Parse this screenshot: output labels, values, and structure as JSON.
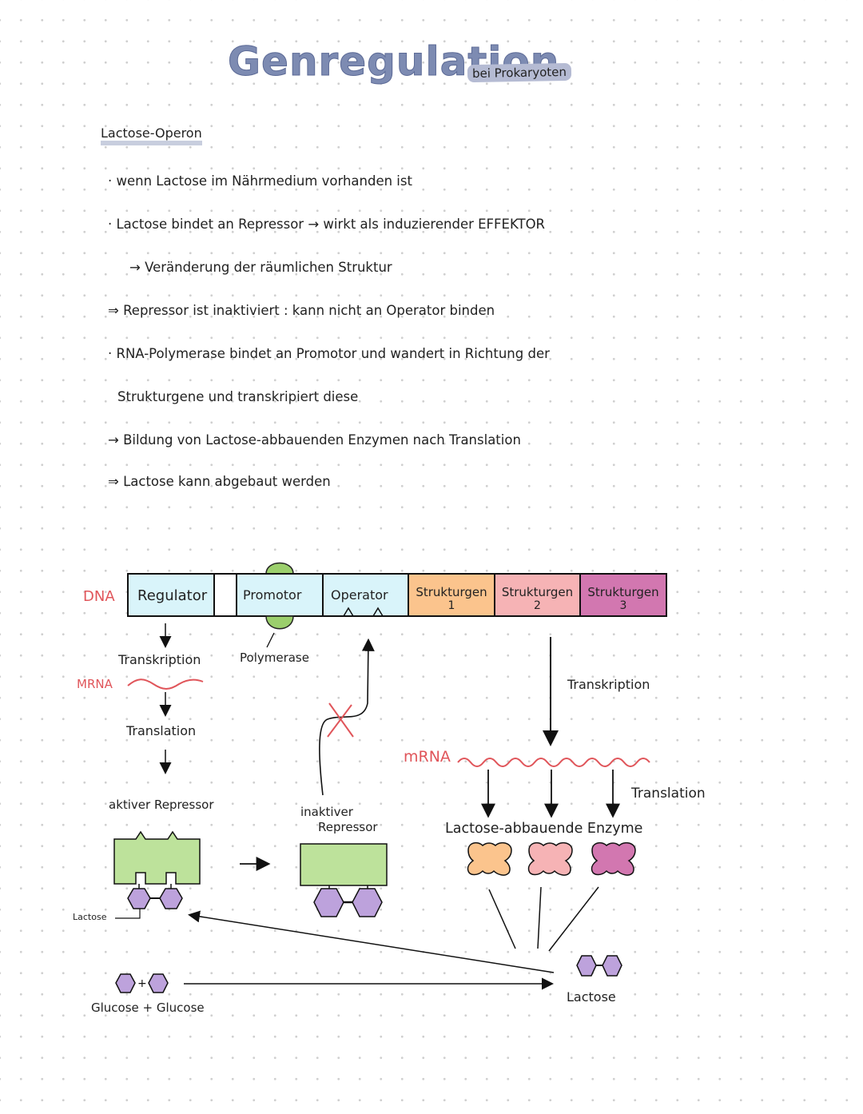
{
  "title": "Genregulation",
  "subtitle": "bei Prokaryoten",
  "heading": "Lactose-Operon",
  "notes": [
    "· wenn Lactose im Nährmedium vorhanden ist",
    "· Lactose bindet an Repressor → wirkt als induzierender EFFEKTOR",
    "→ Veränderung der räumlichen Struktur",
    "⇒ Repressor ist inaktiviert : kann nicht an Operator binden",
    "· RNA-Polymerase bindet an Promotor und wandert in Richtung der",
    "Strukturgene und transkripiert diese",
    "→ Bildung von Lactose-abbauenden Enzymen nach Translation",
    "⇒ Lactose kann abgebaut werden"
  ],
  "diagram": {
    "dna_label": "DNA",
    "segments": {
      "regulator": "Regulator",
      "promotor": "Promotor",
      "operator": "Operator",
      "s1_a": "Strukturgen",
      "s1_b": "1",
      "s2_a": "Strukturgen",
      "s2_b": "2",
      "s3_a": "Strukturgen",
      "s3_b": "3"
    },
    "transkription_left": "Transkription",
    "polymerase": "Polymerase",
    "mrna_left": "MRNA",
    "translation_left": "Translation",
    "aktiver_repressor": "aktiver Repressor",
    "inaktiver_1": "inaktiver",
    "inaktiver_2": "Repressor",
    "lactose_small": "Lactose",
    "glucose": "Glucose + Glucose",
    "transkription_right": "Transkription",
    "mrna_right": "mRNA",
    "translation_right": "Translation",
    "enzymes": "Lactose-abbauende Enzyme",
    "lactose_right": "Lactose"
  },
  "colors": {
    "title": "#7d8bb2",
    "regulator_fill": "#d9f4fa",
    "structural1": "#fbc48d",
    "structural2": "#f6b3b5",
    "structural3": "#d277b0",
    "repressor": "#bde29b",
    "polymerase": "#9bcf6c",
    "lactose": "#bda2dc",
    "red": "#e0555a"
  }
}
